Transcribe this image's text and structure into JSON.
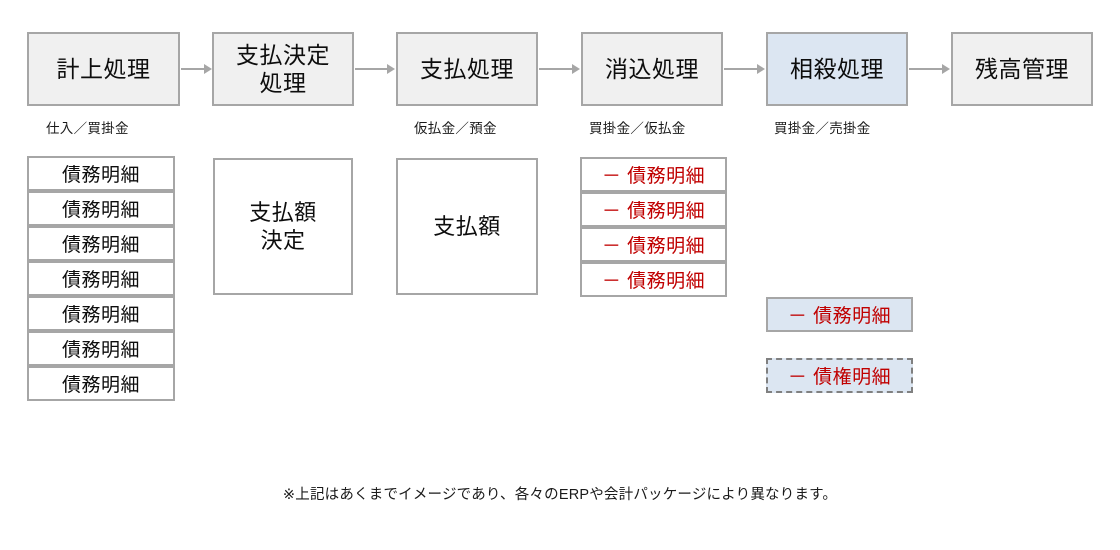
{
  "diagram": {
    "process_flow": [
      {
        "label": "計上処理",
        "caption": "仕入／買掛金",
        "accent": false
      },
      {
        "label": "支払決定\n処理",
        "caption": "",
        "accent": false
      },
      {
        "label": "支払処理",
        "caption": "仮払金／預金",
        "accent": false
      },
      {
        "label": "消込処理",
        "caption": "買掛金／仮払金",
        "accent": false
      },
      {
        "label": "相殺処理",
        "caption": "買掛金／売掛金",
        "accent": true
      },
      {
        "label": "残高管理",
        "caption": "",
        "accent": false
      }
    ],
    "liability_list": [
      "債務明細",
      "債務明細",
      "債務明細",
      "債務明細",
      "債務明細",
      "債務明細",
      "債務明細"
    ],
    "payment_decision_box": "支払額\n決定",
    "payment_amount_box": "支払額",
    "offset_list": [
      "－ 債務明細",
      "－ 債務明細",
      "－ 債務明細",
      "－ 債務明細"
    ],
    "offset_chips": [
      {
        "label": "－ 債務明細",
        "border": "solid"
      },
      {
        "label": "－ 債権明細",
        "border": "dashed"
      }
    ],
    "footnote": "※上記はあくまでイメージであり、各々のERPや会計パッケージにより異なります。",
    "colors": {
      "box_fill": "#f0f0f0",
      "accent_fill": "#dce6f2",
      "border": "#a6a6a6",
      "dashed_border": "#808080",
      "red_text": "#c00000",
      "text": "#0d0d0d",
      "background": "#ffffff"
    }
  }
}
